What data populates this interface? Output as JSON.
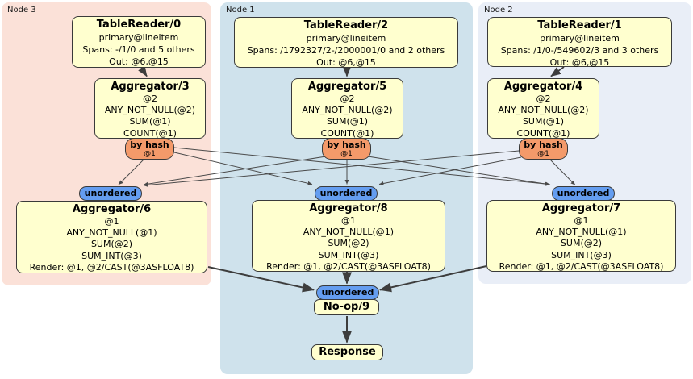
{
  "regions": [
    {
      "label": "Node 3"
    },
    {
      "label": "Node 1"
    },
    {
      "label": "Node 2"
    }
  ],
  "processors": {
    "tablereader0": {
      "title": "TableReader/0",
      "lines": [
        "primary@lineitem",
        "Spans: -/1/0 and 5 others",
        "Out: @6,@15"
      ]
    },
    "tablereader2": {
      "title": "TableReader/2",
      "lines": [
        "primary@lineitem",
        "Spans: /1792327/2-/2000001/0 and 2 others",
        "Out: @6,@15"
      ]
    },
    "tablereader1": {
      "title": "TableReader/1",
      "lines": [
        "primary@lineitem",
        "Spans: /1/0-/549602/3 and 3 others",
        "Out: @6,@15"
      ]
    },
    "aggregator3": {
      "title": "Aggregator/3",
      "lines": [
        "@2",
        "ANY_NOT_NULL(@2)",
        "SUM(@1)",
        "COUNT(@1)"
      ]
    },
    "aggregator5": {
      "title": "Aggregator/5",
      "lines": [
        "@2",
        "ANY_NOT_NULL(@2)",
        "SUM(@1)",
        "COUNT(@1)"
      ]
    },
    "aggregator4": {
      "title": "Aggregator/4",
      "lines": [
        "@2",
        "ANY_NOT_NULL(@2)",
        "SUM(@1)",
        "COUNT(@1)"
      ]
    },
    "aggregator6": {
      "title": "Aggregator/6",
      "lines": [
        "@1",
        "ANY_NOT_NULL(@1)",
        "SUM(@2)",
        "SUM_INT(@3)",
        "Render: @1, @2/CAST(@3ASFLOAT8)"
      ]
    },
    "aggregator8": {
      "title": "Aggregator/8",
      "lines": [
        "@1",
        "ANY_NOT_NULL(@1)",
        "SUM(@2)",
        "SUM_INT(@3)",
        "Render: @1, @2/CAST(@3ASFLOAT8)"
      ]
    },
    "aggregator7": {
      "title": "Aggregator/7",
      "lines": [
        "@1",
        "ANY_NOT_NULL(@1)",
        "SUM(@2)",
        "SUM_INT(@3)",
        "Render: @1, @2/CAST(@3ASFLOAT8)"
      ]
    },
    "noop": {
      "title": "No-op/9"
    },
    "response": {
      "title": "Response"
    }
  },
  "routers": {
    "by_hash": {
      "label": "by hash",
      "key": "@1"
    },
    "unordered": {
      "label": "unordered"
    }
  },
  "colors": {
    "node3_region": "#fbe1d8",
    "node1_region": "#cfe2ec",
    "node2_region": "#e9eef7",
    "processor_box": "#ffffcf",
    "box_border": "#3a3a3a",
    "by_hash_router": "#f49a6a",
    "unordered_sync": "#649df0",
    "edge": "#3d3d3d"
  }
}
